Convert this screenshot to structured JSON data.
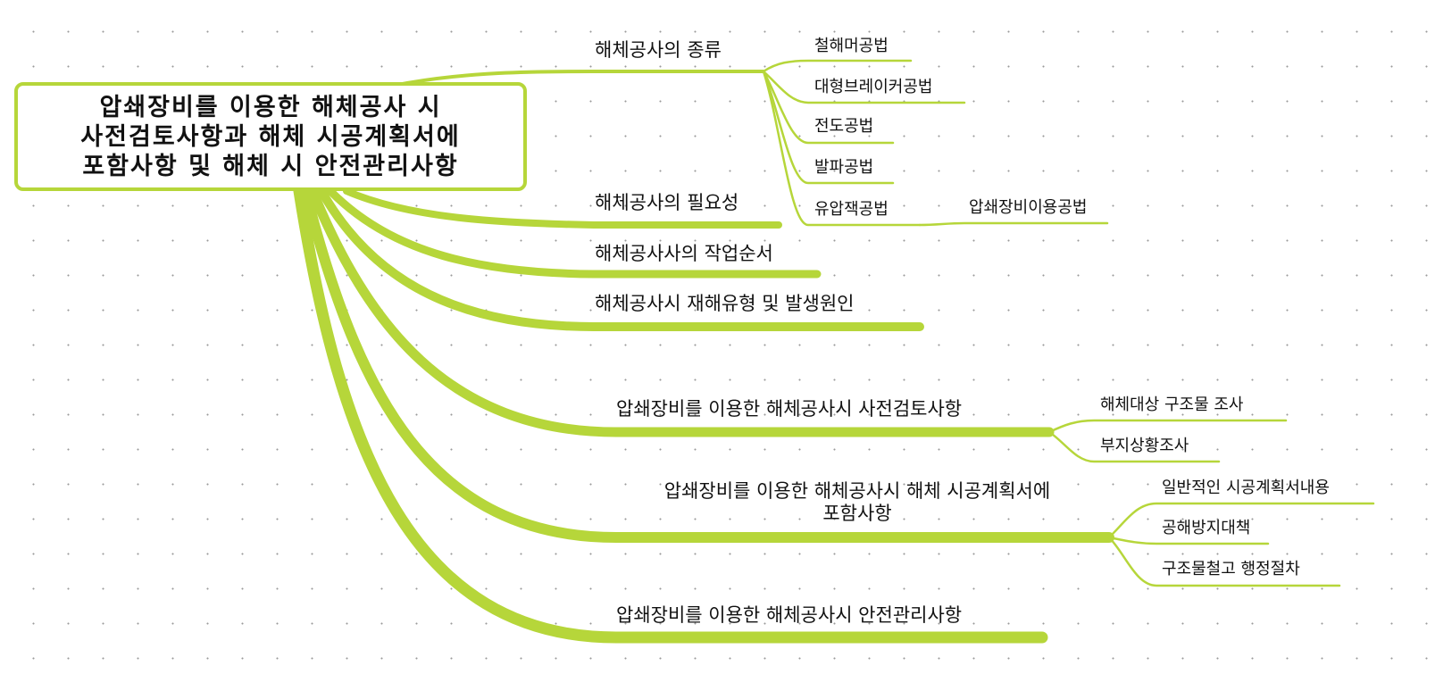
{
  "root": {
    "label": "압쇄장비를 이용한 해체공사 시\n사전검토사항과 해체 시공계획서에\n포함사항 및 해체 시 안전관리사항"
  },
  "topics": [
    {
      "label": "해체공사의 종류",
      "children": [
        {
          "label": "철해머공법"
        },
        {
          "label": "대형브레이커공법"
        },
        {
          "label": "전도공법"
        },
        {
          "label": "발파공법"
        },
        {
          "label": "유압잭공법",
          "children": [
            {
              "label": "압쇄장비이용공법"
            }
          ]
        }
      ]
    },
    {
      "label": "해체공사의 필요성"
    },
    {
      "label": "해체공사사의 작업순서"
    },
    {
      "label": "해체공사시 재해유형 및 발생원인"
    },
    {
      "label": "압쇄장비를 이용한 해체공사시 사전검토사항",
      "children": [
        {
          "label": "해체대상 구조물 조사"
        },
        {
          "label": "부지상황조사"
        }
      ]
    },
    {
      "label": "압쇄장비를 이용한 해체공사시 해체 시공계획서에\n포함사항",
      "children": [
        {
          "label": "일반적인 시공계획서내용"
        },
        {
          "label": "공해방지대책"
        },
        {
          "label": "구조물철고 행정절차"
        }
      ]
    },
    {
      "label": "압쇄장비를 이용한 해체공사시 안전관리사항"
    }
  ],
  "colors": {
    "branch": "#b6d63a",
    "text": "#111111",
    "background": "#ffffff"
  }
}
